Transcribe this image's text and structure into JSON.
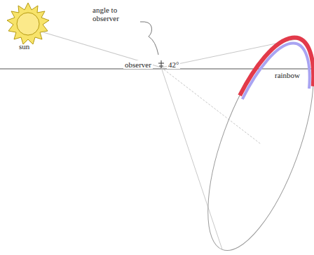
{
  "diagram": {
    "labels": [
      "sun",
      "angle to observer",
      "observer",
      "42°",
      "rainbow"
    ]
  }
}
